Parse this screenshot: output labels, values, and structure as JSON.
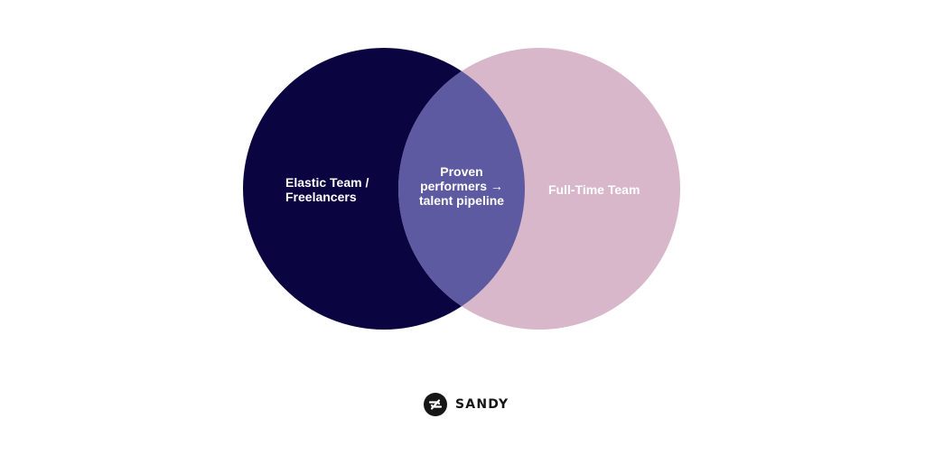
{
  "colors": {
    "background": "#ffffff",
    "elastic_circle": "#0a0540",
    "fulltime_circle": "#d8b7ca",
    "overlap": "#5e5aa1",
    "label_text": "#ffffff",
    "logo": "#161616"
  },
  "venn": {
    "left_set": {
      "label_lines": [
        "Elastic Team /",
        "Freelancers"
      ]
    },
    "overlap": {
      "label_lines": [
        "Proven",
        "performers →",
        "talent pipeline"
      ]
    },
    "right_set": {
      "label": "Full-Time Team"
    }
  },
  "brand": {
    "name": "SANDY",
    "icon": "sandy-logo-icon"
  }
}
